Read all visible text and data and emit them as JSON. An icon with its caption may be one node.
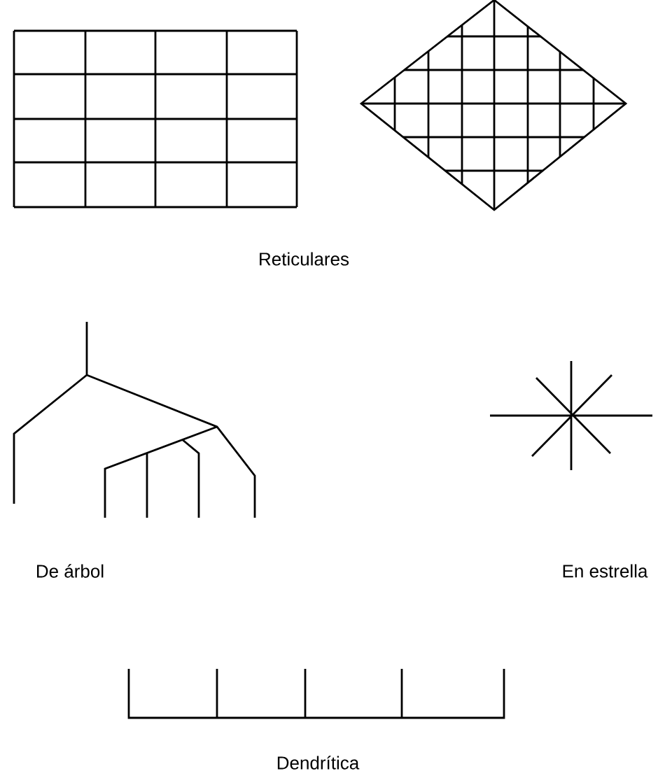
{
  "diagram": {
    "labels": [
      "Reticulares",
      "De árbol",
      "En estrella",
      "Dendrítica"
    ]
  }
}
